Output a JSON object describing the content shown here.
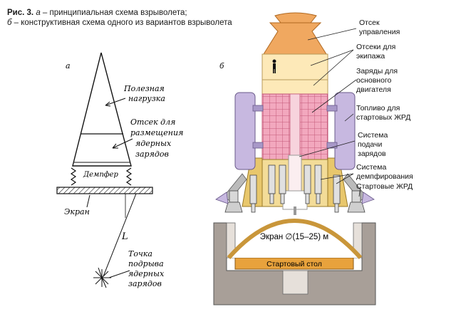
{
  "caption": {
    "fig": "Рис. 3.",
    "a_letter": "а",
    "a_text": " – принципиальная схема взрыволета;",
    "b_letter": "б",
    "b_text": " – конструктивная схема одного из вариантов взрыволета"
  },
  "panel_a": {
    "letter": "а",
    "payload": [
      "Полезная",
      "нагрузка"
    ],
    "compartment": [
      "Отсек для",
      "размещения",
      "ядерных",
      "зарядов"
    ],
    "damper": "Демпфер",
    "screen": "Экран",
    "distance": "L",
    "point": [
      "Точка",
      "подрыва",
      "ядерных",
      "зарядов"
    ]
  },
  "panel_b": {
    "letter": "б",
    "labels": {
      "control": [
        "Отсек",
        "управления"
      ],
      "crew": [
        "Отсеки для",
        "экипажа"
      ],
      "charges": [
        "Заряды для",
        "основного",
        "двигателя"
      ],
      "fuel": [
        "Топливо для",
        "стартовых ЖРД"
      ],
      "feed": [
        "Система",
        "подачи",
        "зарядов"
      ],
      "damping": [
        "Система",
        "демпфирования"
      ],
      "engines": "Стартовые ЖРД"
    },
    "screen": "Экран ∅(15–25) м",
    "table": "Стартовый стол"
  },
  "colors": {
    "nose": "#f0a860",
    "crew": "#fde9b8",
    "charges": "#f2a8be",
    "charge_grid": "#c45a7a",
    "tanks": "#c7b8e0",
    "structure": "#e8c76c",
    "pit": "#a89f98",
    "table": "#e8a23c",
    "screen_arc": "#c9963a",
    "engine": "#d8d8d8"
  }
}
